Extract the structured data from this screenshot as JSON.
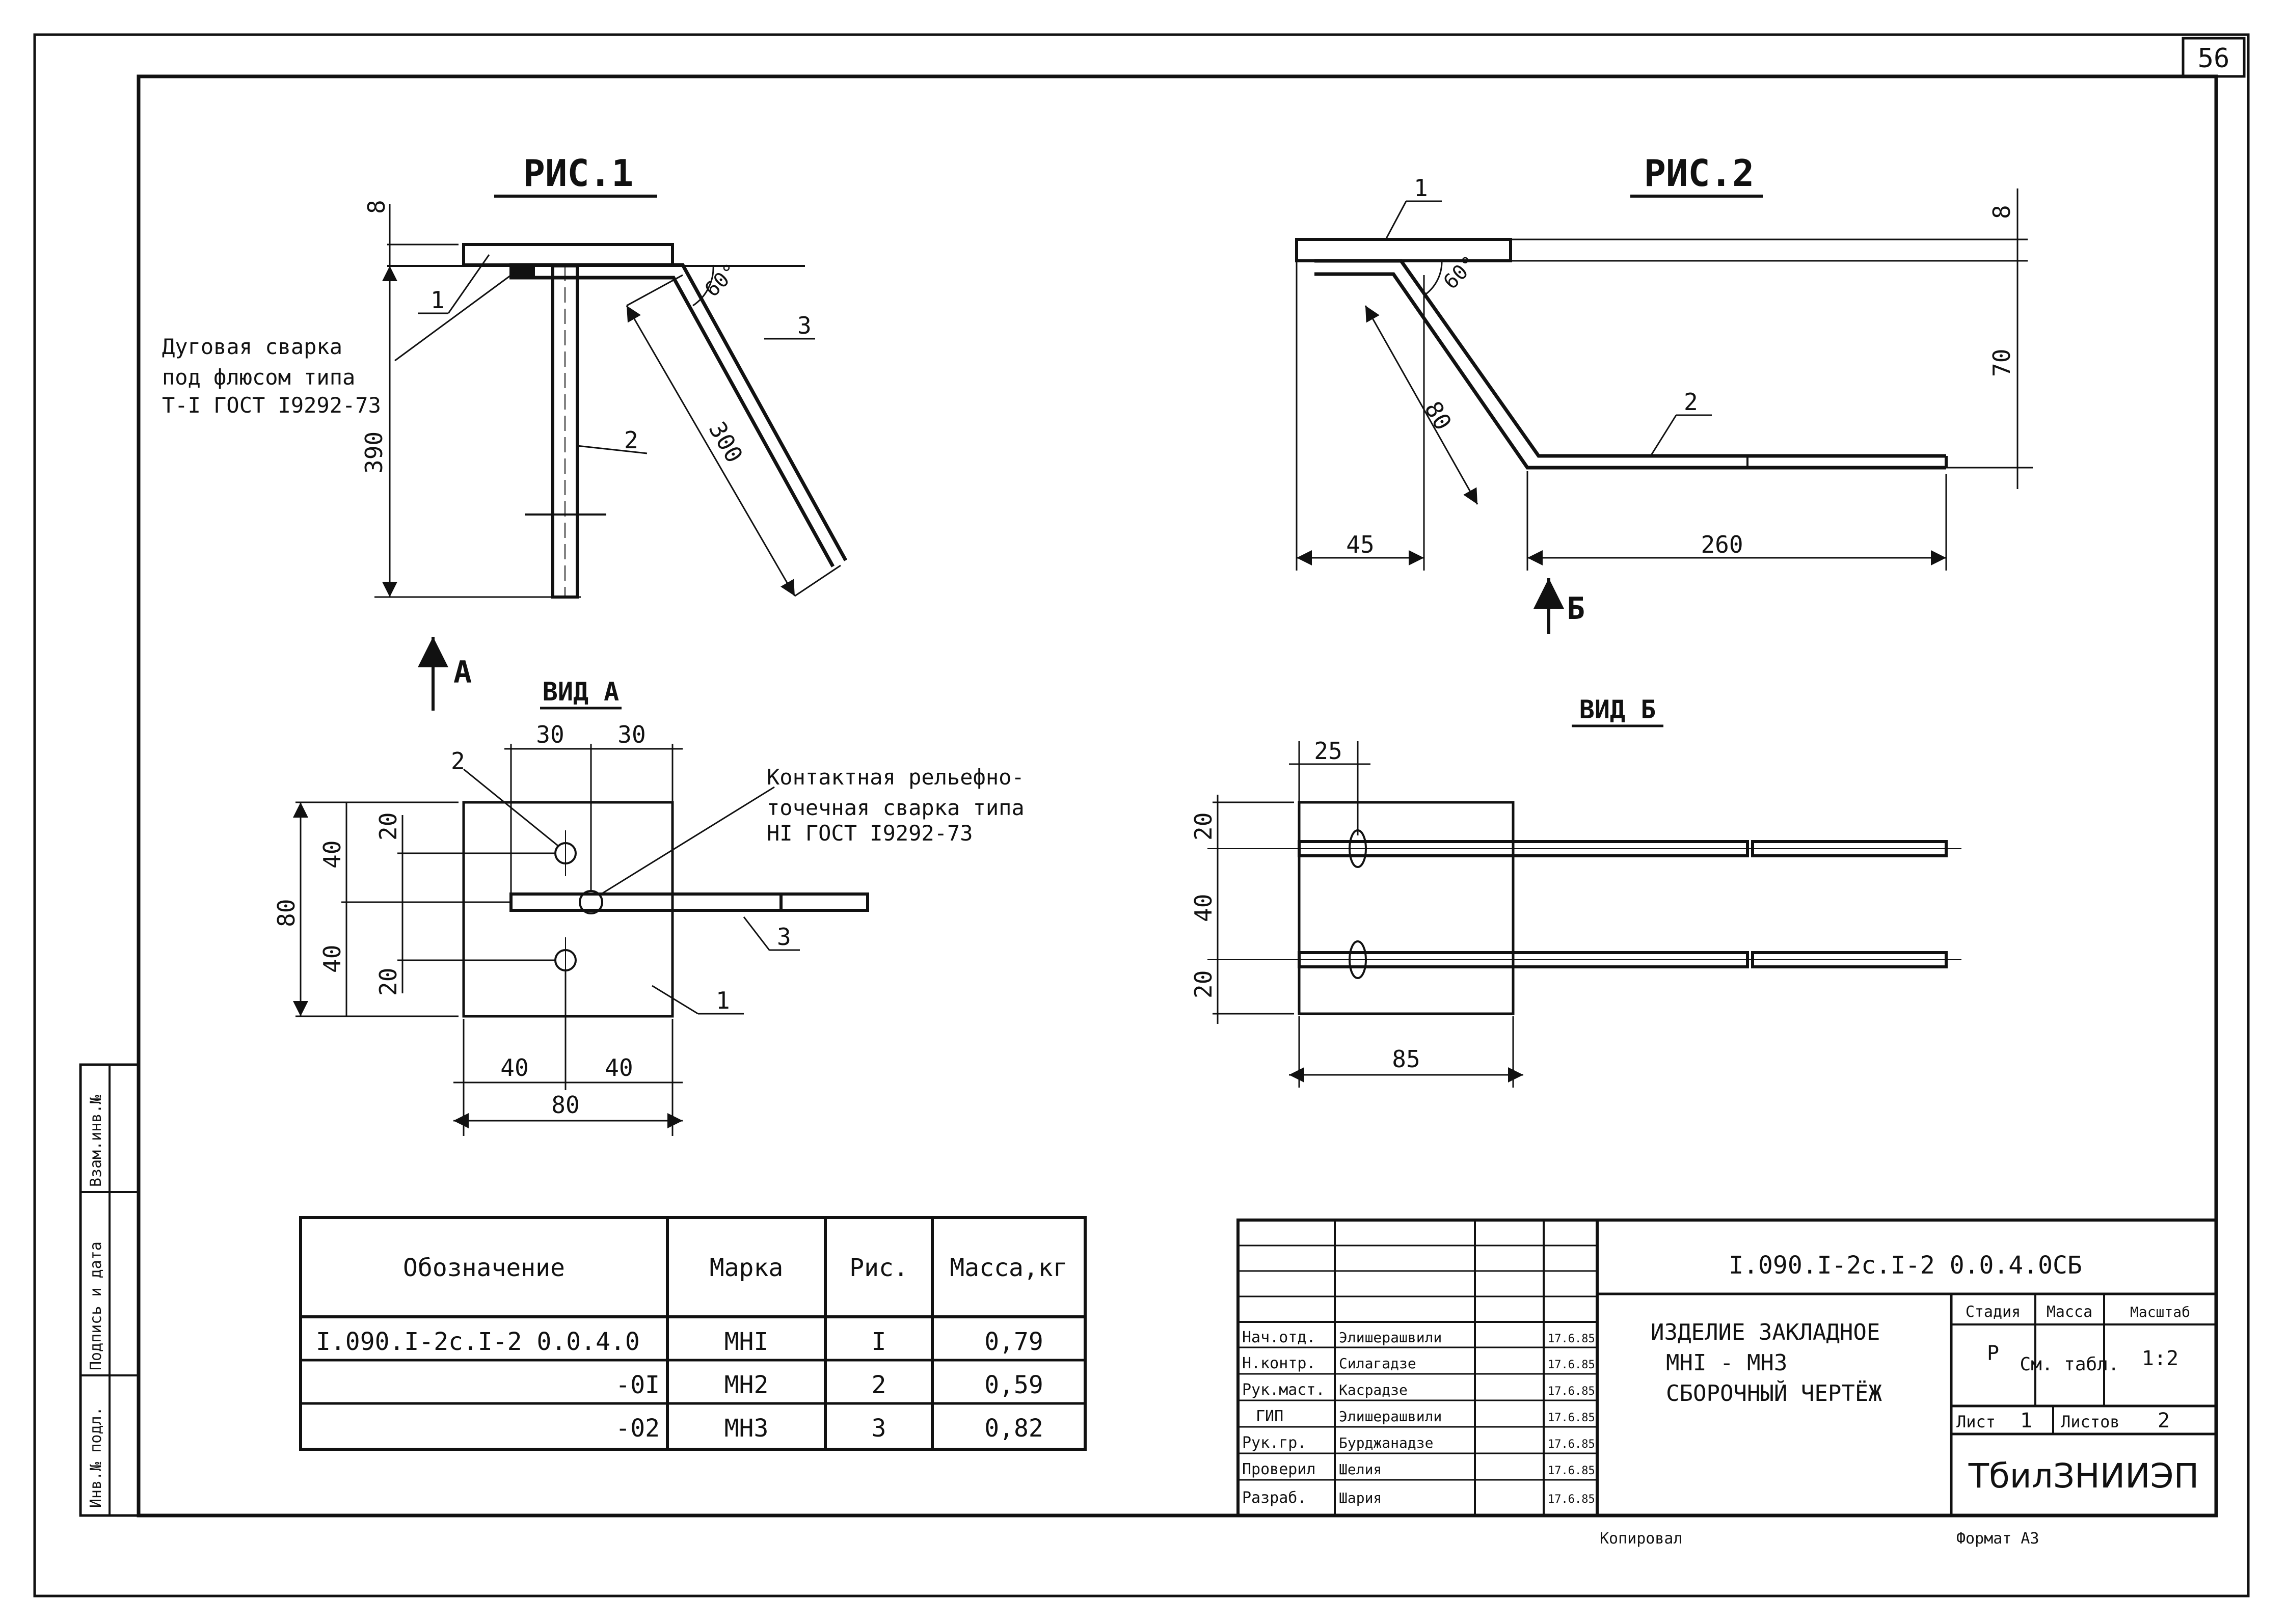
{
  "sheet_number": "56",
  "fig1": {
    "title": "РИС.1",
    "dims": {
      "thk": "8",
      "height": "390",
      "diag": "300",
      "angle": "60°"
    },
    "callouts": {
      "c1": "1",
      "c2": "2",
      "c3": "3"
    },
    "weld_note": [
      "Дуговая сварка",
      "под флюсом типа",
      "Т-I ГОСТ I9292-73"
    ],
    "view_marker": "А"
  },
  "fig2": {
    "title": "РИС.2",
    "dims": {
      "thk": "8",
      "height": "70",
      "diag": "80",
      "angle": "60°",
      "left": "45",
      "bottom": "260"
    },
    "callouts": {
      "c1": "1",
      "c2": "2"
    },
    "view_marker": "Б"
  },
  "view_a": {
    "title": "ВИД А",
    "dims": {
      "t30a": "30",
      "t30b": "30",
      "h40a": "40",
      "h40b": "40",
      "h20a": "20",
      "h20b": "20",
      "h80": "80",
      "b40a": "40",
      "b40b": "40",
      "b80": "80"
    },
    "callouts": {
      "c2": "2",
      "c3": "3",
      "c1": "1"
    },
    "weld_note": [
      "Контактная рельефно-",
      "точечная сварка типа",
      "НI ГОСТ I9292-73"
    ]
  },
  "view_b": {
    "title": "ВИД Б",
    "dims": {
      "top": "25",
      "v20a": "20",
      "v40": "40",
      "v20b": "20",
      "bottom": "85"
    }
  },
  "spec_table": {
    "headers": [
      "Обозначение",
      "Марка",
      "Рис.",
      "Масса,кг"
    ],
    "rows": [
      [
        "I.090.I-2с.I-2 0.0.4.0",
        "МНI",
        "I",
        "0,79"
      ],
      [
        "-0I",
        "МН2",
        "2",
        "0,59"
      ],
      [
        "-02",
        "МН3",
        "3",
        "0,82"
      ]
    ]
  },
  "side_stamp": [
    "Инв.№ подл.",
    "Подпись и дата",
    "Взам.инв.№"
  ],
  "title_block": {
    "doc_code": "I.090.I-2с.I-2 0.0.4.0СБ",
    "name": [
      "ИЗДЕЛИЕ  ЗАКЛАДНОЕ",
      "МНI - МН3",
      "СБОРОЧНЫЙ ЧЕРТЁЖ"
    ],
    "roles": [
      {
        "role": "Нач.отд.",
        "name": "Элишерашвили",
        "date": "17.6.85"
      },
      {
        "role": "Н.контр.",
        "name": "Силагадзе",
        "date": "17.6.85"
      },
      {
        "role": "Рук.маст.",
        "name": "Касрадзе",
        "date": "17.6.85"
      },
      {
        "role": "ГИП",
        "name": "Элишерашвили",
        "date": "17.6.85"
      },
      {
        "role": "Рук.гр.",
        "name": "Бурджанадзе",
        "date": "17.6.85"
      },
      {
        "role": "Проверил",
        "name": "Шелия",
        "date": "17.6.85"
      },
      {
        "role": "Разраб.",
        "name": "Шария",
        "date": "17.6.85"
      }
    ],
    "stage_label": "Стадия",
    "mass_label": "Масса",
    "scale_label": "Масштаб",
    "stage": "Р",
    "mass": "См. табл.",
    "scale": "1:2",
    "sheet_label": "Лист",
    "sheet": "1",
    "sheets_label": "Листов",
    "sheets": "2",
    "org": "ТбилЗНИИЭП"
  },
  "footer": {
    "copied": "Копировал",
    "format": "Формат А3"
  }
}
